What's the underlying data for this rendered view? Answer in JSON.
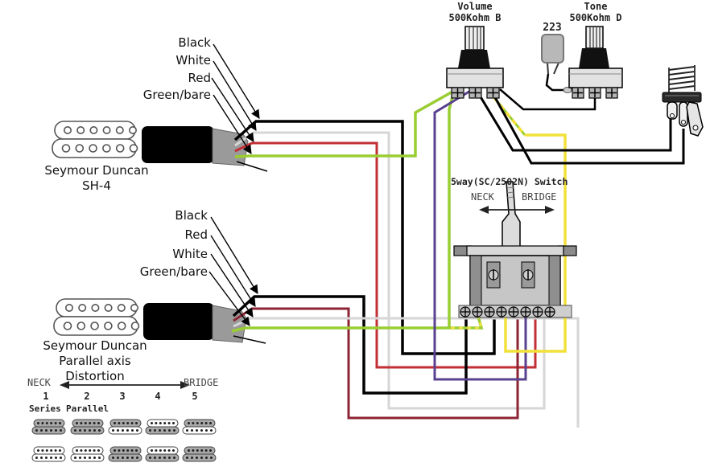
{
  "pickups": {
    "neck": {
      "name_lines": [
        "Seymour Duncan",
        "SH-4"
      ],
      "wire_labels": [
        "Black",
        "White",
        "Red",
        "Green/bare"
      ]
    },
    "bridge": {
      "name_lines": [
        "Seymour Duncan",
        "Parallel axis",
        "Distortion"
      ],
      "wire_labels": [
        "Black",
        "Red",
        "White",
        "Green/bare"
      ]
    }
  },
  "controls": {
    "volume": {
      "label": "Volume",
      "value": "500Kohm B"
    },
    "tone": {
      "label": "Tone",
      "value": "500Kohm D"
    },
    "capacitor": {
      "label": "223"
    }
  },
  "selector_switch": {
    "title": "5way(SC/2502N) Switch",
    "neck_label": "NECK",
    "bridge_label": "BRIDGE"
  },
  "position_legend": {
    "neck_label": "NECK",
    "bridge_label": "BRIDGE",
    "positions": [
      "1",
      "2",
      "3",
      "4",
      "5"
    ],
    "mode_labels": [
      "Series",
      "Parallel"
    ],
    "coil_states": {
      "neck": [
        [
          1,
          1
        ],
        [
          1,
          1
        ],
        [
          1,
          0
        ],
        [
          0,
          1
        ],
        [
          1,
          0
        ]
      ],
      "bridge": [
        [
          0,
          0
        ],
        [
          0,
          0
        ],
        [
          1,
          1
        ],
        [
          0,
          1
        ],
        [
          1,
          1
        ]
      ]
    }
  },
  "wire_colors": {
    "black": "#000000",
    "white": "#d6d6d6",
    "red": "#c22f35",
    "dark_red": "#8e2433",
    "green_bare": "#9acd32",
    "purple": "#5a4190",
    "yellow": "#f2e13a"
  }
}
